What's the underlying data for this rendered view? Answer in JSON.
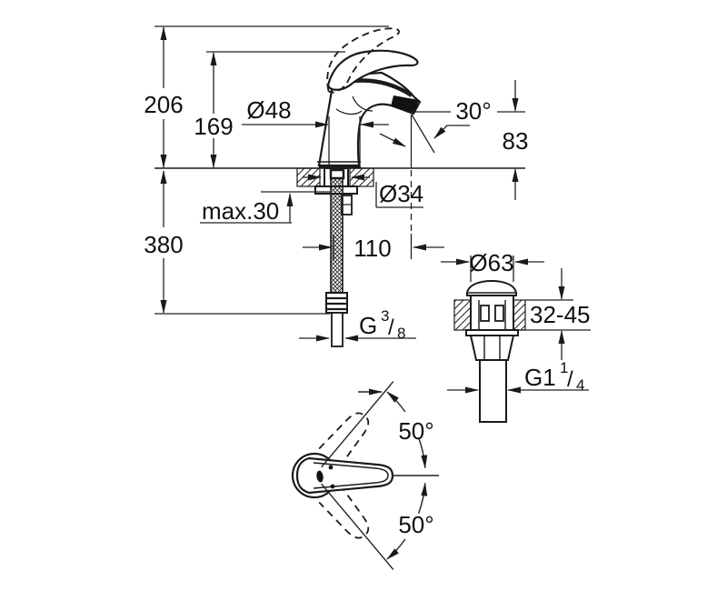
{
  "drawing": {
    "description": "Technical dimensional drawing of a single-lever basin mixer faucet with pop-up waste",
    "colors": {
      "background": "#ffffff",
      "line": "#1a1a1a"
    },
    "side_view": {
      "dims": {
        "height_total": "206",
        "height_to_lever": "169",
        "body_diameter": "Ø48",
        "spray_angle": "30°",
        "spout_height": "83",
        "max_counter_thickness": "max.30",
        "hole_diameter": "Ø34",
        "hose_drop": "380",
        "spout_reach": "110",
        "supply_thread": {
          "prefix": "G",
          "sup": "3",
          "slash": "/",
          "sub": "8"
        }
      }
    },
    "drain_view": {
      "dims": {
        "flange_diameter": "Ø63",
        "counter_thickness_range": "32-45",
        "drain_thread": {
          "prefix": "G1",
          "sup": "1",
          "slash": "/",
          "sub": "4"
        }
      }
    },
    "top_view": {
      "dims": {
        "swing_upper": "50°",
        "swing_lower": "50°"
      }
    }
  }
}
